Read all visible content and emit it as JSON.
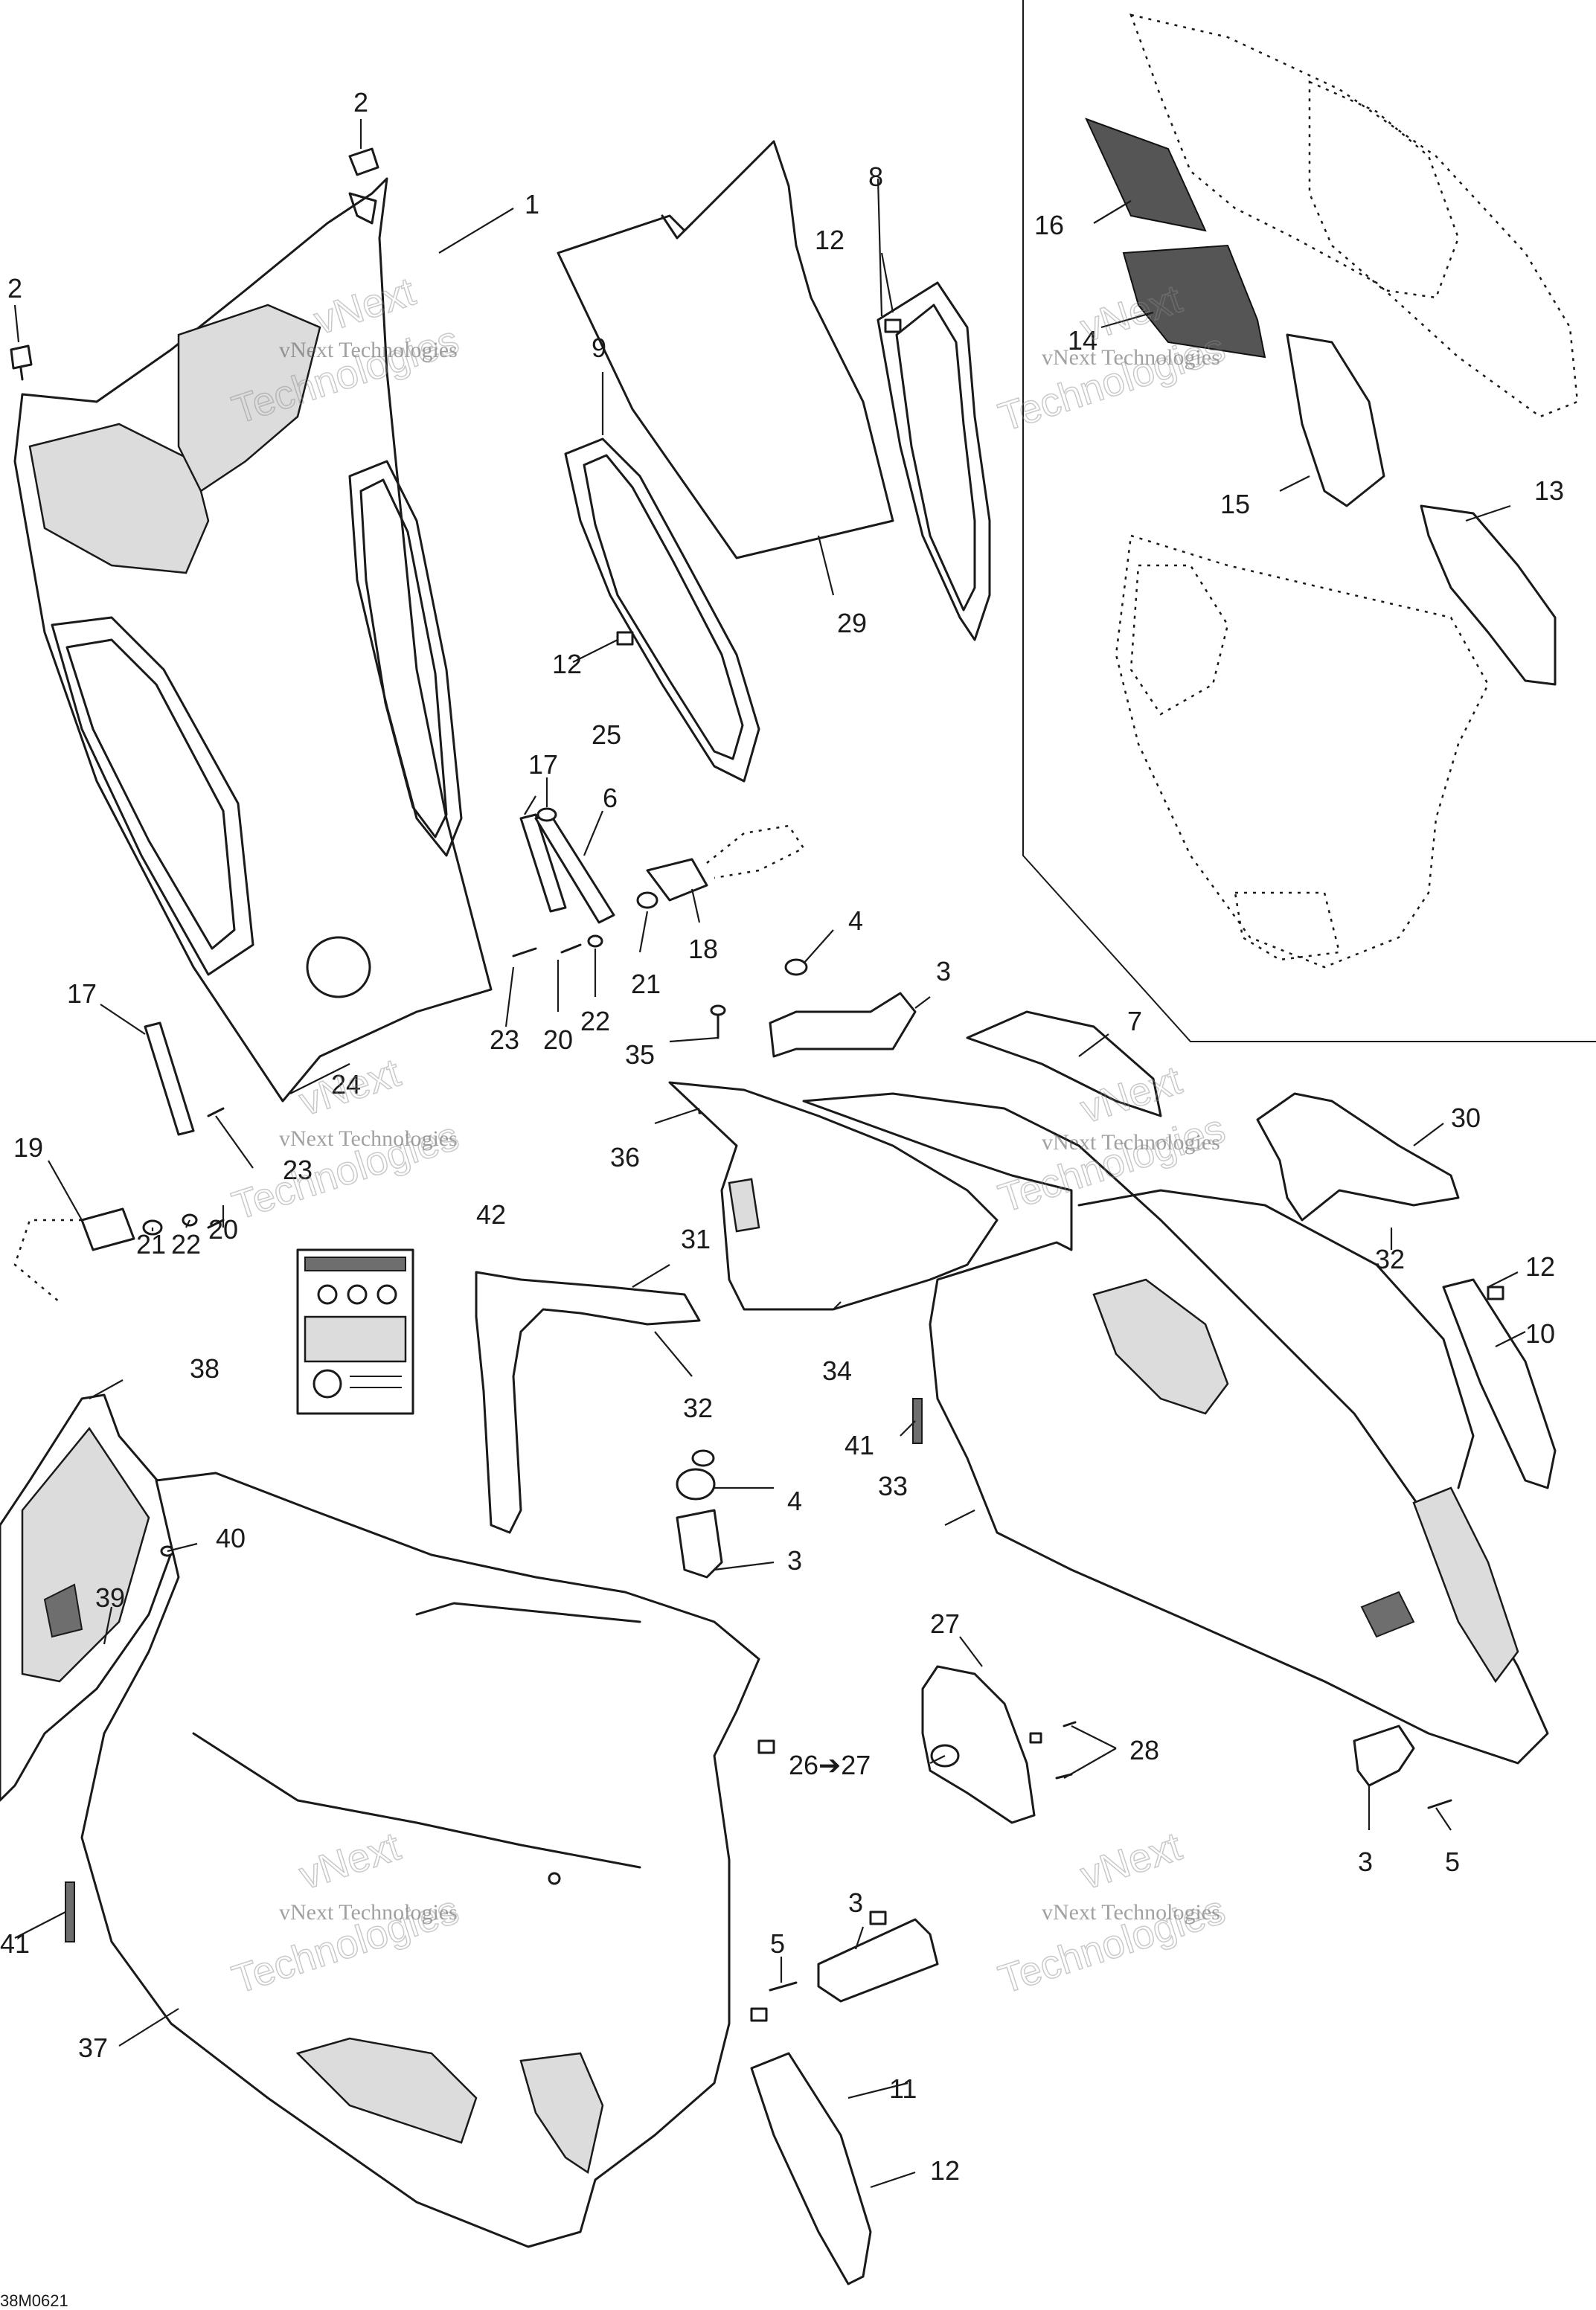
{
  "diagram": {
    "drawing_code": "38M0621",
    "watermark": {
      "line1": "vNext Technologies",
      "big_line_a": "vNext",
      "big_line_b": "Technologies"
    },
    "callouts": [
      {
        "id": "c1",
        "text": "1"
      },
      {
        "id": "c2a",
        "text": "2"
      },
      {
        "id": "c2b",
        "text": "2"
      },
      {
        "id": "c3a",
        "text": "3"
      },
      {
        "id": "c3b",
        "text": "3"
      },
      {
        "id": "c3c",
        "text": "3"
      },
      {
        "id": "c3d",
        "text": "3"
      },
      {
        "id": "c4a",
        "text": "4"
      },
      {
        "id": "c4b",
        "text": "4"
      },
      {
        "id": "c5a",
        "text": "5"
      },
      {
        "id": "c5b",
        "text": "5"
      },
      {
        "id": "c6",
        "text": "6"
      },
      {
        "id": "c7",
        "text": "7"
      },
      {
        "id": "c8",
        "text": "8"
      },
      {
        "id": "c9",
        "text": "9"
      },
      {
        "id": "c10",
        "text": "10"
      },
      {
        "id": "c11",
        "text": "11"
      },
      {
        "id": "c12a",
        "text": "12"
      },
      {
        "id": "c12b",
        "text": "12"
      },
      {
        "id": "c12c",
        "text": "12"
      },
      {
        "id": "c12d",
        "text": "12"
      },
      {
        "id": "c13",
        "text": "13"
      },
      {
        "id": "c14",
        "text": "14"
      },
      {
        "id": "c15",
        "text": "15"
      },
      {
        "id": "c16",
        "text": "16"
      },
      {
        "id": "c17a",
        "text": "17"
      },
      {
        "id": "c17b",
        "text": "17"
      },
      {
        "id": "c18",
        "text": "18"
      },
      {
        "id": "c19",
        "text": "19"
      },
      {
        "id": "c20a",
        "text": "20"
      },
      {
        "id": "c20b",
        "text": "20"
      },
      {
        "id": "c21a",
        "text": "21"
      },
      {
        "id": "c21b",
        "text": "21"
      },
      {
        "id": "c22a",
        "text": "22"
      },
      {
        "id": "c22b",
        "text": "22"
      },
      {
        "id": "c23a",
        "text": "23"
      },
      {
        "id": "c23b",
        "text": "23"
      },
      {
        "id": "c24",
        "text": "24"
      },
      {
        "id": "c25",
        "text": "25"
      },
      {
        "id": "c26",
        "text": "26➔27"
      },
      {
        "id": "c27",
        "text": "27"
      },
      {
        "id": "c28",
        "text": "28"
      },
      {
        "id": "c29",
        "text": "29"
      },
      {
        "id": "c30",
        "text": "30"
      },
      {
        "id": "c31",
        "text": "31"
      },
      {
        "id": "c32a",
        "text": "32"
      },
      {
        "id": "c32b",
        "text": "32"
      },
      {
        "id": "c33",
        "text": "33"
      },
      {
        "id": "c34",
        "text": "34"
      },
      {
        "id": "c35",
        "text": "35"
      },
      {
        "id": "c36",
        "text": "36"
      },
      {
        "id": "c37",
        "text": "37"
      },
      {
        "id": "c38",
        "text": "38"
      },
      {
        "id": "c39",
        "text": "39"
      },
      {
        "id": "c40",
        "text": "40"
      },
      {
        "id": "c41a",
        "text": "41"
      },
      {
        "id": "c41b",
        "text": "41"
      },
      {
        "id": "c42",
        "text": "42"
      }
    ]
  }
}
